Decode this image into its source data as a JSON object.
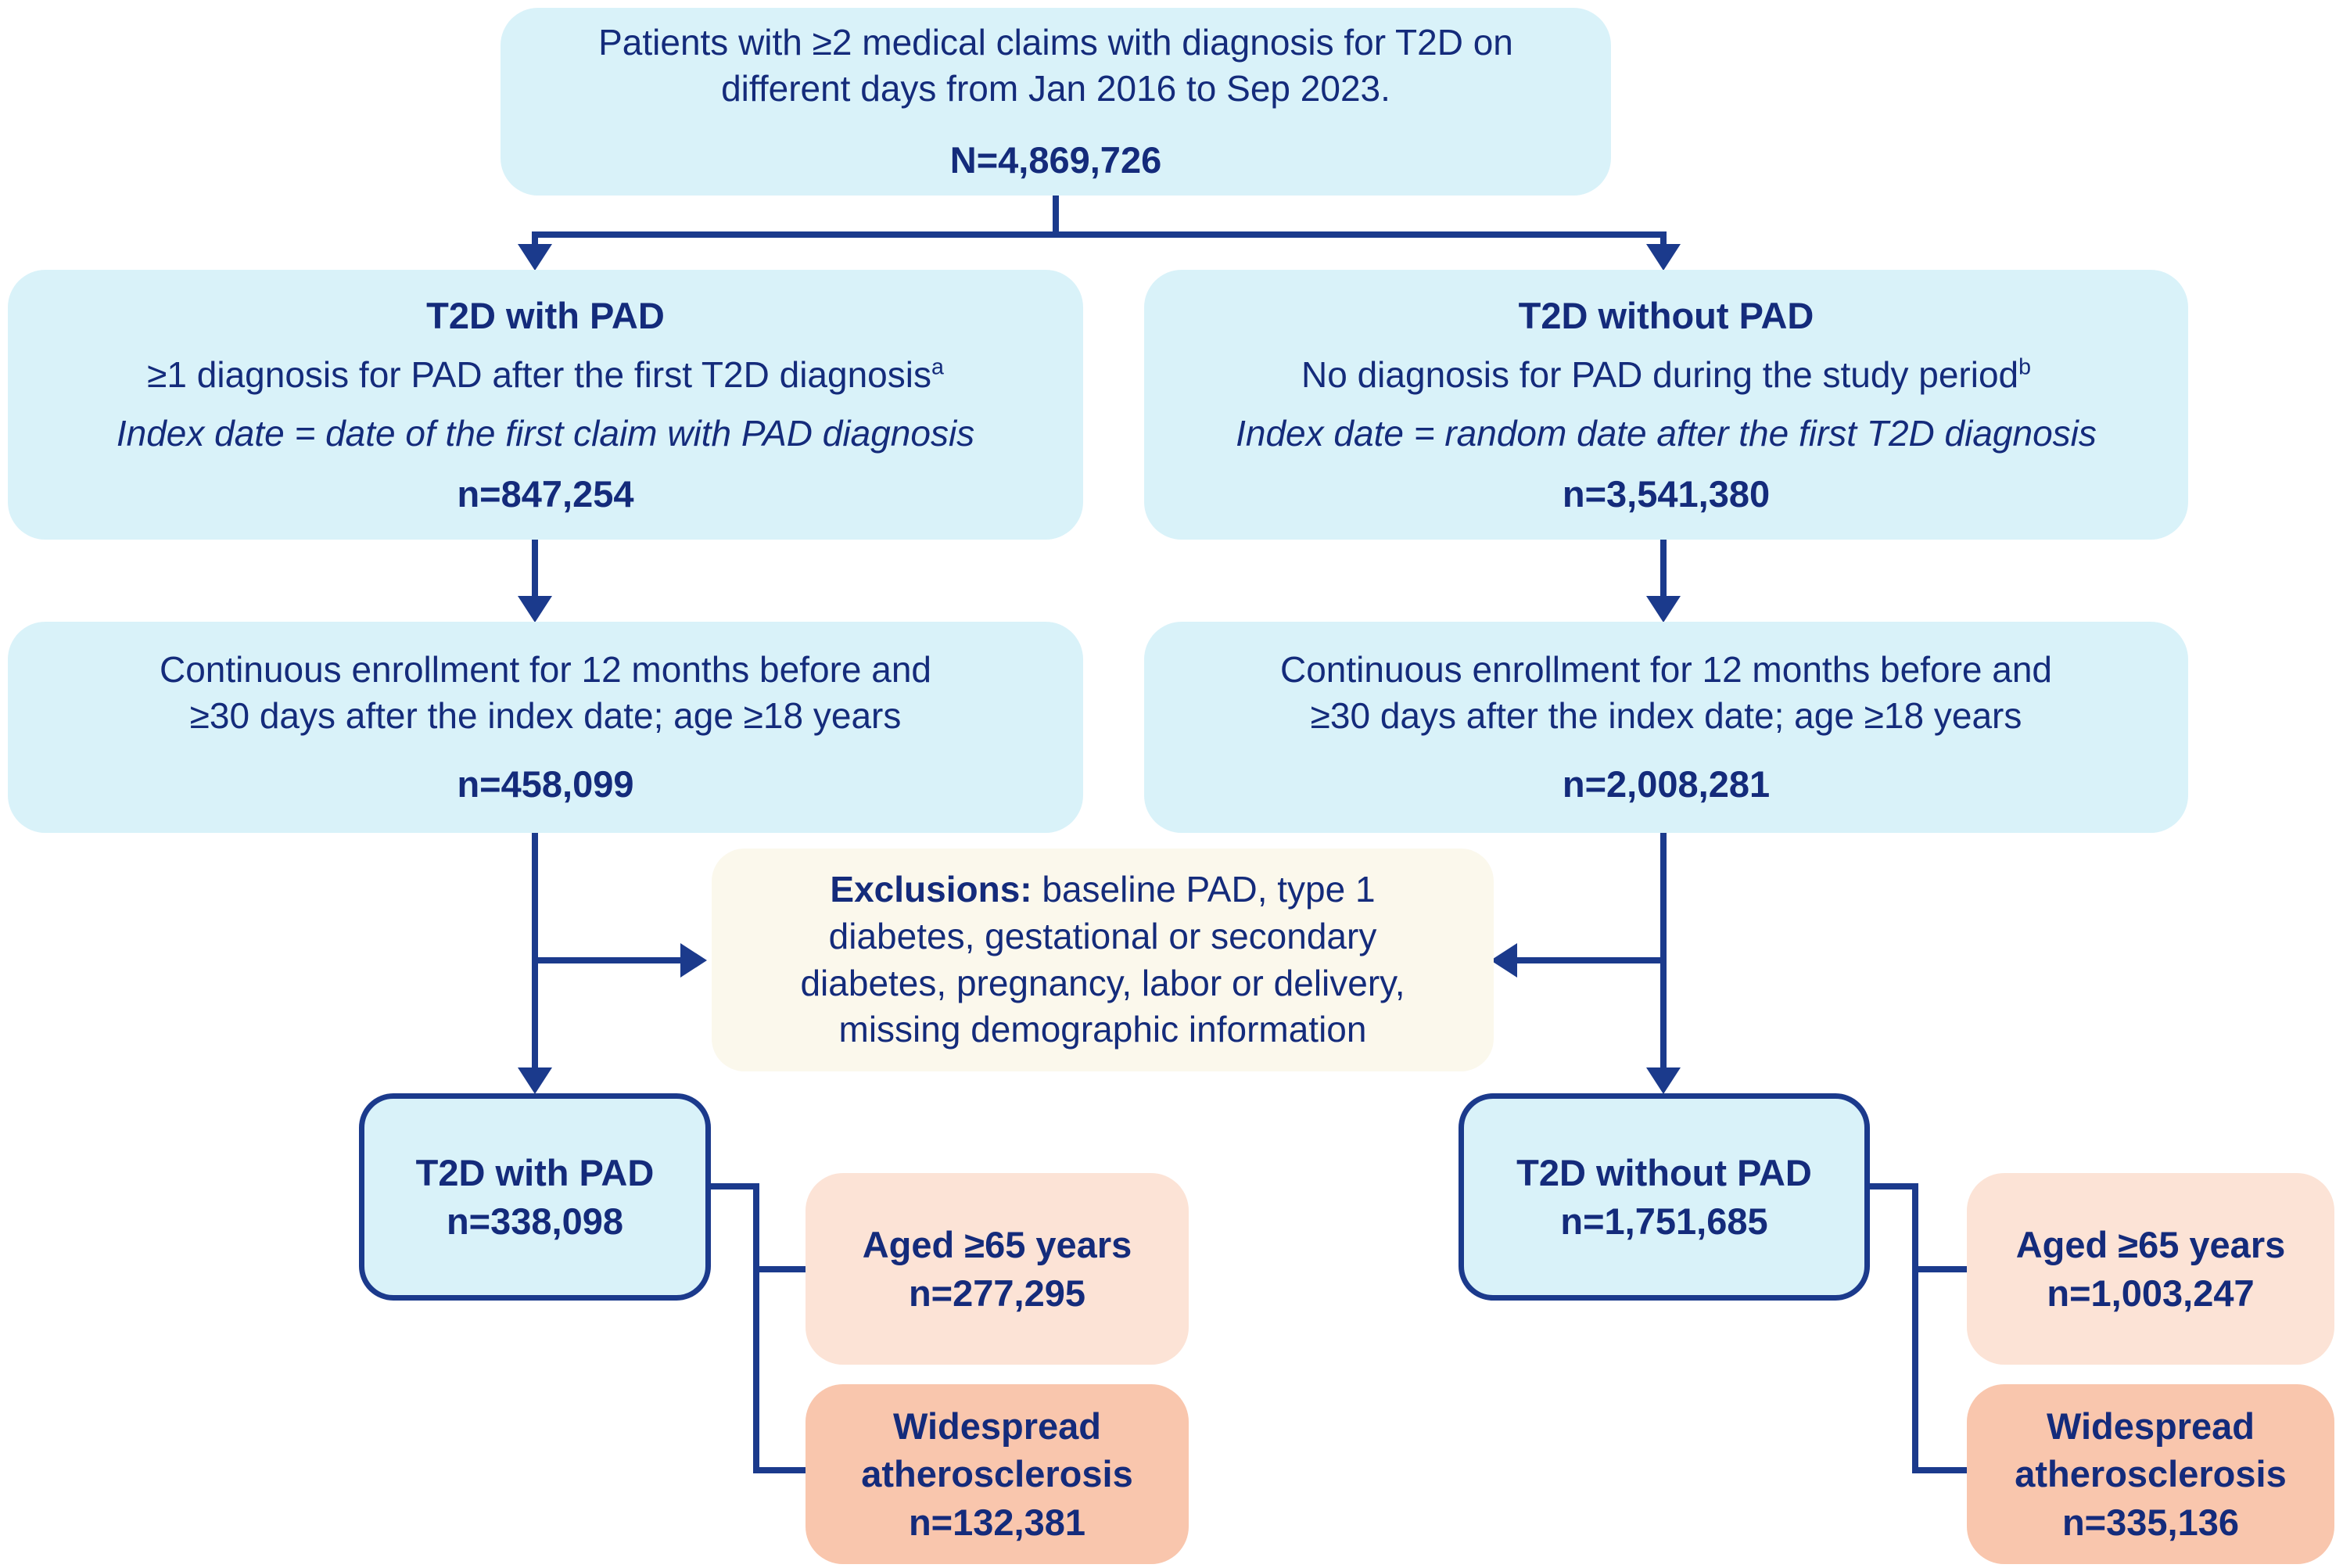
{
  "colors": {
    "box-cyan": "#D9F2F9",
    "peach-light": "#FCE3D6",
    "salmon": "#F9C6AD",
    "cream": "#FBF8EC",
    "navy-text": "#142B7B",
    "navy-line": "#1B3A8C"
  },
  "boxes": {
    "top": {
      "line1": "Patients with ≥2 medical claims with diagnosis for T2D on",
      "line2": "different days from Jan 2016 to Sep 2023.",
      "n": "N=4,869,726"
    },
    "left_branch": {
      "title": "T2D with PAD",
      "criteria": "≥1 diagnosis for PAD after the first T2D diagnosis",
      "criteria_sup": "a",
      "index_date": "Index date = date of the first claim with PAD diagnosis",
      "n": "n=847,254"
    },
    "right_branch": {
      "title": "T2D without PAD",
      "criteria": "No diagnosis for PAD during the study period",
      "criteria_sup": "b",
      "index_date": "Index date = random date after the first T2D diagnosis",
      "n": "n=3,541,380"
    },
    "left_enrollment": {
      "line1": "Continuous enrollment for 12 months before and",
      "line2": "≥30 days after the index date; age ≥18 years",
      "n": "n=458,099"
    },
    "right_enrollment": {
      "line1": "Continuous enrollment for 12 months before and",
      "line2": "≥30 days after the index date; age ≥18 years",
      "n": "n=2,008,281"
    },
    "exclusions": {
      "label": "Exclusions:",
      "line1_rest": " baseline PAD, type 1",
      "line2": "diabetes, gestational or secondary",
      "line3": "diabetes, pregnancy, labor or delivery,",
      "line4": "missing demographic information"
    },
    "left_result": {
      "title": "T2D with PAD",
      "n": "n=338,098"
    },
    "right_result": {
      "title": "T2D without PAD",
      "n": "n=1,751,685"
    },
    "left_aged": {
      "title": "Aged ≥65 years",
      "n": "n=277,295"
    },
    "right_aged": {
      "title": "Aged ≥65 years",
      "n": "n=1,003,247"
    },
    "left_athero": {
      "title": "Widespread atherosclerosis",
      "n": "n=132,381"
    },
    "right_athero": {
      "title": "Widespread atherosclerosis",
      "n": "n=335,136"
    }
  }
}
